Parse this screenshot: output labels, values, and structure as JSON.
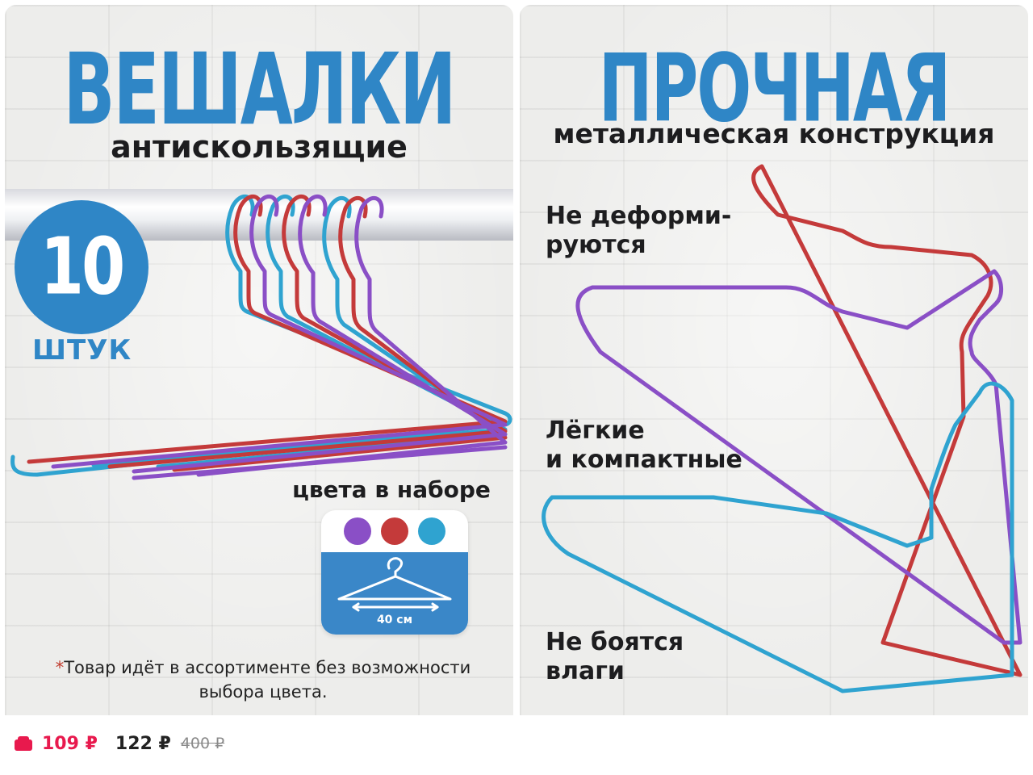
{
  "left_card": {
    "title": "ВЕШАЛКИ",
    "subtitle": "антискользящие",
    "count_number": "10",
    "count_unit": "ШТУК",
    "colors_label": "цвета в наборе",
    "colors": [
      "#8a4fc6",
      "#c43a3a",
      "#2fa3d0"
    ],
    "size_label": "40 см",
    "footnote_star": "*",
    "footnote_text": "Товар идёт в ассортименте без возможности выбора цвета."
  },
  "right_card": {
    "title": "ПРОЧНАЯ",
    "subtitle": "металлическая конструкция",
    "features": [
      "Не деформи-\nруются",
      "Лёгкие\nи компактные",
      "Не боятся\nвлаги"
    ]
  },
  "price": {
    "icon": "wallet-icon",
    "sale": "109 ₽",
    "current": "122 ₽",
    "old": "400 ₽"
  },
  "accent_colors": {
    "title_blue": "#2f86c6",
    "sale_red": "#e8194d"
  }
}
